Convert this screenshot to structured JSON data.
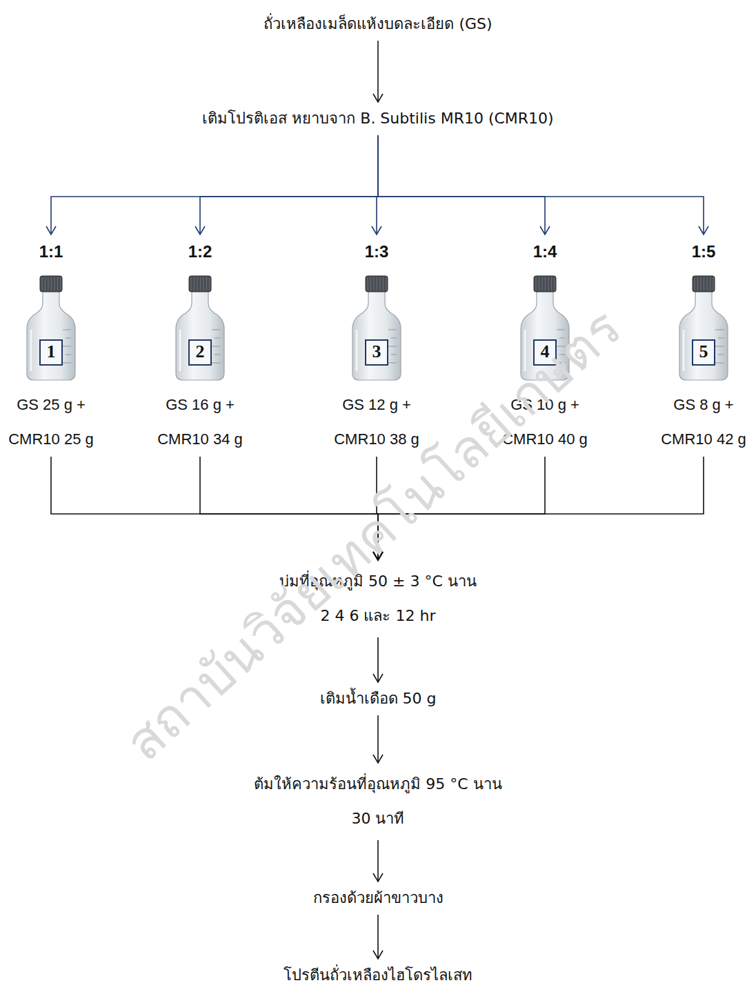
{
  "diagram": {
    "nodes": [
      {
        "text": [
          "ถั่วเหลืองเมล็ดแห้งบดละเอียด (GS)"
        ]
      },
      {
        "text": [
          "เติมโปรติเอส หยาบจาก B. Subtilis MR10 (CMR10)"
        ]
      },
      {
        "text": [
          "1:1",
          "GS 25 g + CMR10 25 g"
        ]
      },
      {
        "text": [
          "1"
        ],
        "in": 2
      },
      {
        "text": [
          "1:2",
          "GS 16 g + CMR10 34 g"
        ]
      },
      {
        "text": [
          "2"
        ],
        "in": 4
      },
      {
        "text": [
          "1:3",
          "GS 12 g + CMR10 38 g"
        ]
      },
      {
        "text": [
          "3"
        ],
        "in": 6
      },
      {
        "text": [
          "1:4",
          "GS 10 g + CMR10 40 g"
        ]
      },
      {
        "text": [
          "4"
        ],
        "in": 8
      },
      {
        "text": [
          "1:5",
          "GS 8 g + CMR10 42 g"
        ]
      },
      {
        "text": [
          "5"
        ],
        "in": 10
      },
      {
        "text": [
          "บ่มที่อุณหภูมิ 50 ± 3 °C นาน 2 4 6 และ 12 hr"
        ]
      },
      {
        "text": [
          "เติมน้ำเดือด 50 g"
        ]
      },
      {
        "text": [
          "ต้มให้ความร้อนที่อุณหภูมิ 95 °C นาน 30 นาที"
        ]
      },
      {
        "text": [
          "กรองด้วยผ้าขาวบาง"
        ]
      },
      {
        "text": [
          "โปรตีนถั่วเหลืองไฮโดรไลเสท"
        ]
      }
    ],
    "edges": [
      {
        "from": 0,
        "to": 1,
        "arrow": "to"
      },
      {
        "from": 1,
        "to": 2,
        "arrow": "to"
      },
      {
        "from": 1,
        "to": 4,
        "arrow": "to"
      },
      {
        "from": 1,
        "to": 6,
        "arrow": "to"
      },
      {
        "from": 1,
        "to": 8,
        "arrow": "to"
      },
      {
        "from": 1,
        "to": 10,
        "arrow": "to"
      },
      {
        "from": 2,
        "to": 12,
        "arrow": "to"
      },
      {
        "from": 4,
        "to": 12,
        "arrow": "to"
      },
      {
        "from": 6,
        "to": 12,
        "arrow": "to"
      },
      {
        "from": 8,
        "to": 12,
        "arrow": "to"
      },
      {
        "from": 10,
        "to": 12,
        "arrow": "to"
      },
      {
        "from": 12,
        "to": 13,
        "arrow": "to"
      },
      {
        "from": 13,
        "to": 14,
        "arrow": "to"
      },
      {
        "from": 14,
        "to": 15,
        "arrow": "to"
      },
      {
        "from": 15,
        "to": 16,
        "arrow": "to"
      }
    ],
    "labels": [
      "สถาบันวิจัยเทคโนโลยีเกษตร"
    ]
  }
}
